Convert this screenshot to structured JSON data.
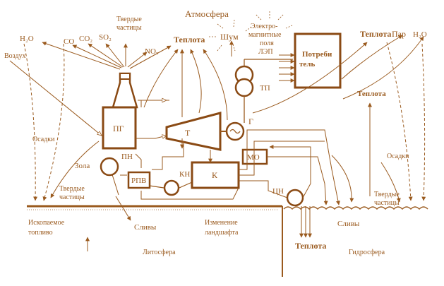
{
  "labels": {
    "atmosphere": "Атмосфера",
    "h2o_left": "H₂O",
    "co": "CO",
    "co2": "CO₂",
    "so2": "SO₂",
    "solid_particles_top_1": "Твердые",
    "solid_particles_top_2": "частицы",
    "nox": "NOₓ",
    "heat_top": "Теплота",
    "noise": "Шум",
    "emf_1": "Электро-",
    "emf_2": "магнитные",
    "emf_3": "поля",
    "emf_4": "ЛЭП",
    "heat_right": "Теплота",
    "steam": "Пар",
    "h2o_right": "H₂O",
    "air": "Воздух",
    "consumer_1": "Потреби",
    "consumer_2": "тель",
    "tp": "ТП",
    "heat_mid_right": "Теплота",
    "precip_left": "Осадки",
    "precip_right": "Осадки",
    "pg": "ПГ",
    "t": "Т",
    "g": "Г",
    "pn": "ПН",
    "ash": "Зола",
    "mo": "МО",
    "rpv": "РПВ",
    "kn": "КН",
    "k": "К",
    "cn": "ЦН",
    "solid_bottom_left_1": "Твердые",
    "solid_bottom_left_2": "частицы",
    "solid_bottom_right_1": "Твердые",
    "solid_bottom_right_2": "частицы",
    "fossil_1": "Ископаемое",
    "fossil_2": "топливо",
    "drains_left": "Сливы",
    "landscape_1": "Изменение",
    "landscape_2": "ландшафта",
    "drains_right": "Сливы",
    "heat_bottom": "Теплота",
    "lithosphere": "Литосфера",
    "hydrosphere": "Гидросфера"
  },
  "colors": {
    "stroke": "#9a5a1e",
    "box_border": "#8a4a14",
    "text": "#9a5a1e",
    "background": "#ffffff"
  }
}
